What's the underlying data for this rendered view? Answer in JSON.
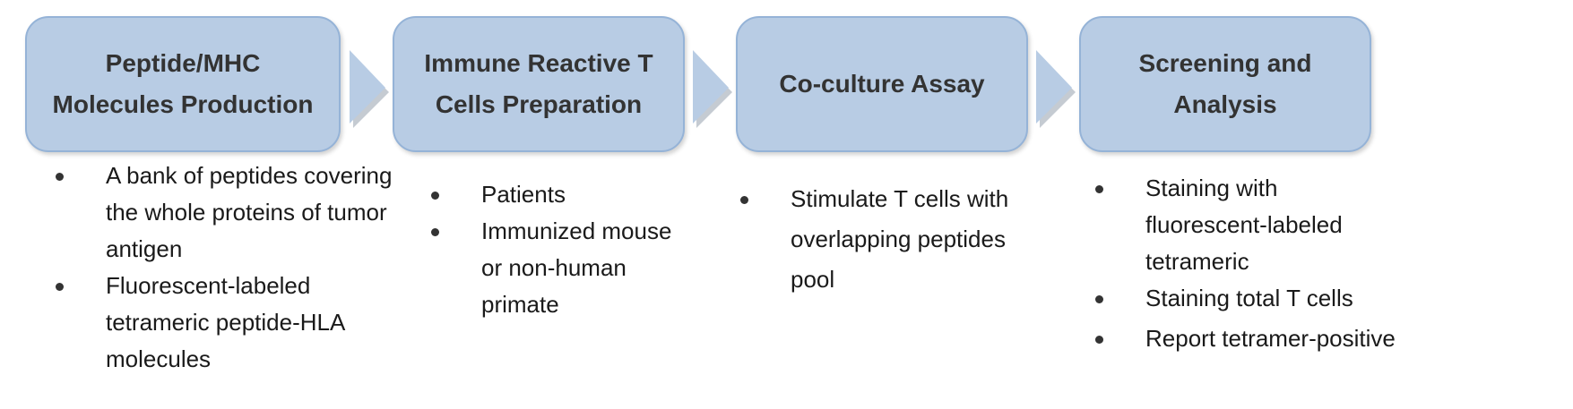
{
  "colors": {
    "box_fill": "#b8cce4",
    "box_border": "#95b3d7",
    "arrow_fill": "#b8cce4",
    "title_text": "#333333",
    "body_text": "#1a1a1a"
  },
  "steps": [
    {
      "title": "Peptide/MHC\nMolecules Production",
      "bullets": [
        "A bank of peptides covering\nthe whole proteins of tumor\nantigen",
        "Fluorescent-labeled\ntetrameric peptide-HLA\nmolecules"
      ]
    },
    {
      "title": "Immune Reactive T\nCells Preparation",
      "bullets": [
        "Patients",
        "Immunized mouse\nor non-human\nprimate"
      ]
    },
    {
      "title": "Co-culture Assay",
      "bullets": [
        "Stimulate T cells with\noverlapping peptides\npool"
      ]
    },
    {
      "title": "Screening and\nAnalysis",
      "bullets": [
        "Staining with\nfluorescent-labeled\ntetrameric",
        "Staining total T cells",
        "Report tetramer-positive"
      ]
    }
  ]
}
